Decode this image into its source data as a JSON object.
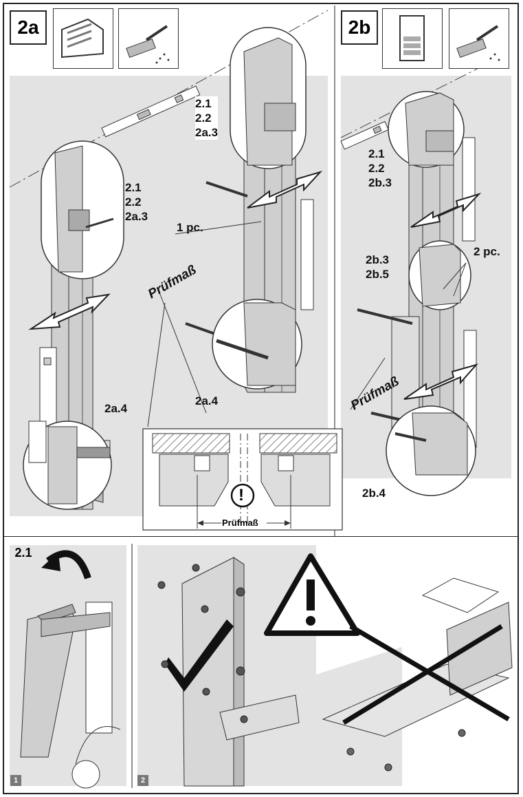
{
  "panel_2a": {
    "step": "2a",
    "icons": [
      "tilt-fence-icon",
      "brush-clean-icon"
    ],
    "callout_top": [
      "2.1",
      "2.2",
      "2a.3"
    ],
    "callout_left": [
      "2.1",
      "2.2",
      "2a.3"
    ],
    "quantity": "1 pc.",
    "dimension": "Prüfmaß",
    "detail_left": "2a.4",
    "detail_right": "2a.4"
  },
  "panel_2b": {
    "step": "2b",
    "icons": [
      "plate-stack-icon",
      "brush-clean-icon"
    ],
    "callout_top": [
      "2.1",
      "2.2",
      "2b.3"
    ],
    "callout_mid": [
      "2b.3",
      "2b.5"
    ],
    "quantity": "2 pc.",
    "dimension": "Prüfmaß",
    "detail_bottom": "2b.4"
  },
  "section_detail": {
    "dimension": "Prüfmaß",
    "warning": "!"
  },
  "bottom": {
    "step": "2.1",
    "subfig_1": "1",
    "subfig_2": "2"
  }
}
